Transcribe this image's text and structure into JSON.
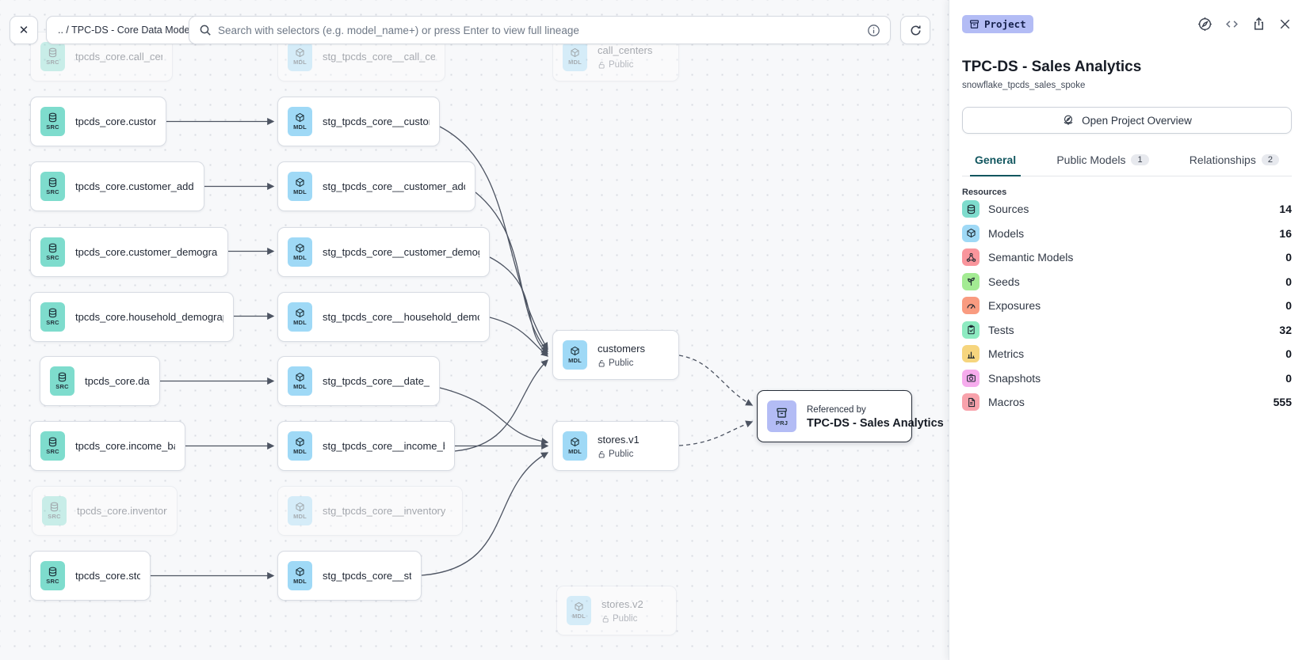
{
  "toolbar": {
    "close_label": "✕",
    "breadcrumb": ".. / TPC-DS - Core Data Models",
    "search_placeholder": "Search with selectors (e.g. model_name+) or press Enter to view full lineage"
  },
  "canvas": {
    "type_colors": {
      "src": "#7edccd",
      "mdl": "#9fd9f6",
      "prj": "#b3bcf5"
    },
    "nodes": [
      {
        "type": "SRC",
        "label": "tpcds_core.call_center"
      },
      {
        "type": "SRC",
        "label": "tpcds_core.customer"
      },
      {
        "type": "SRC",
        "label": "tpcds_core.customer_address"
      },
      {
        "type": "SRC",
        "label": "tpcds_core.customer_demographics"
      },
      {
        "type": "SRC",
        "label": "tpcds_core.household_demographics"
      },
      {
        "type": "SRC",
        "label": "tpcds_core.date_dim"
      },
      {
        "type": "SRC",
        "label": "tpcds_core.income_band"
      },
      {
        "type": "SRC",
        "label": "tpcds_core.inventory"
      },
      {
        "type": "SRC",
        "label": "tpcds_core.store"
      },
      {
        "type": "MDL",
        "label": "stg_tpcds_core__call_center"
      },
      {
        "type": "MDL",
        "label": "stg_tpcds_core__customer"
      },
      {
        "type": "MDL",
        "label": "stg_tpcds_core__customer_address"
      },
      {
        "type": "MDL",
        "label": "stg_tpcds_core__customer_demogra…"
      },
      {
        "type": "MDL",
        "label": "stg_tpcds_core__household_demogr…"
      },
      {
        "type": "MDL",
        "label": "stg_tpcds_core__date_dim"
      },
      {
        "type": "MDL",
        "label": "stg_tpcds_core__income_band"
      },
      {
        "type": "MDL",
        "label": "stg_tpcds_core__inventory"
      },
      {
        "type": "MDL",
        "label": "stg_tpcds_core__store"
      },
      {
        "type": "MDL",
        "label": "call_centers",
        "sub": "Public"
      },
      {
        "type": "MDL",
        "label": "customers",
        "sub": "Public"
      },
      {
        "type": "MDL",
        "label": "stores.v1",
        "sub": "Public"
      },
      {
        "type": "MDL",
        "label": "stores.v2",
        "sub": "Public"
      }
    ],
    "prj_node": {
      "type": "PRJ",
      "kicker": "Referenced by",
      "label": "TPC-DS - Sales Analytics"
    }
  },
  "panel": {
    "badge": "Project",
    "title": "TPC-DS - Sales Analytics",
    "subtitle": "snowflake_tpcds_sales_spoke",
    "overview_button": "Open Project Overview",
    "tabs": [
      {
        "label": "General",
        "badge": ""
      },
      {
        "label": "Public Models",
        "badge": "1"
      },
      {
        "label": "Relationships",
        "badge": "2"
      }
    ],
    "resources_title": "Resources",
    "accent_color": "#11565f",
    "resources": [
      {
        "label": "Sources",
        "count": "14",
        "color": "#7edccd",
        "icon": "database-icon"
      },
      {
        "label": "Models",
        "count": "16",
        "color": "#9fd9f6",
        "icon": "cube-icon"
      },
      {
        "label": "Semantic Models",
        "count": "0",
        "color": "#f9959c",
        "icon": "network-icon"
      },
      {
        "label": "Seeds",
        "count": "0",
        "color": "#a3eb93",
        "icon": "sprout-icon"
      },
      {
        "label": "Exposures",
        "count": "0",
        "color": "#f99b80",
        "icon": "gauge-icon"
      },
      {
        "label": "Tests",
        "count": "32",
        "color": "#8debc1",
        "icon": "clipboard-check-icon"
      },
      {
        "label": "Metrics",
        "count": "0",
        "color": "#f6d57e",
        "icon": "bar-chart-icon"
      },
      {
        "label": "Snapshots",
        "count": "0",
        "color": "#f6aced",
        "icon": "camera-icon"
      },
      {
        "label": "Macros",
        "count": "555",
        "color": "#f8a2ab",
        "icon": "file-icon"
      }
    ]
  }
}
